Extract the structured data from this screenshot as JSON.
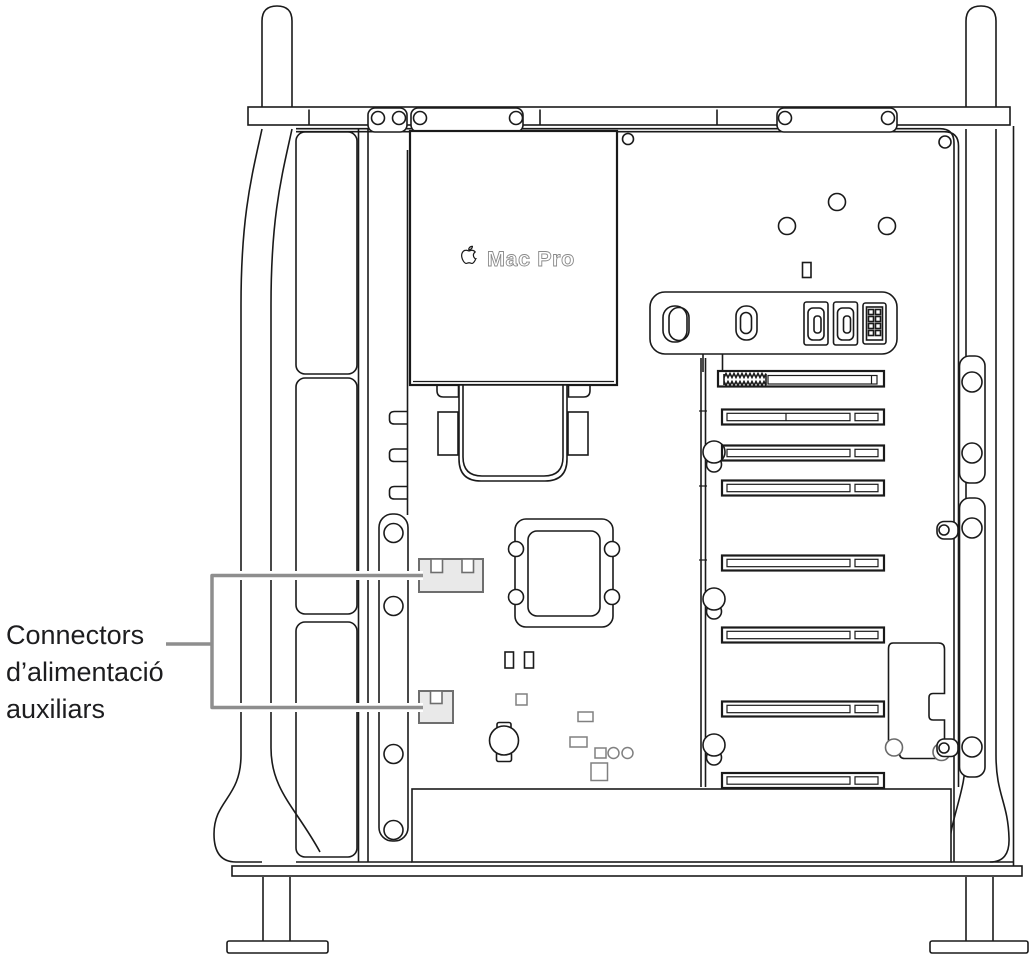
{
  "callout": {
    "lines": [
      "Connectors",
      "d’alimentació",
      "auxiliars"
    ]
  },
  "logo": {
    "label": "Mac Pro"
  },
  "parts": {
    "pcie_slot_count": 8,
    "aux_power_connector_count": 2,
    "right_rail_thumbscrew_count": 4
  },
  "colors": {
    "background": "#ffffff",
    "line": "#1a1a1a",
    "callout_line": "#8e8e8e",
    "connector_fill": "#e9e9e9",
    "connector_border": "#6e6e6e",
    "logo_outline": "#8a8a8a",
    "label_text": "#1d1d1f"
  }
}
